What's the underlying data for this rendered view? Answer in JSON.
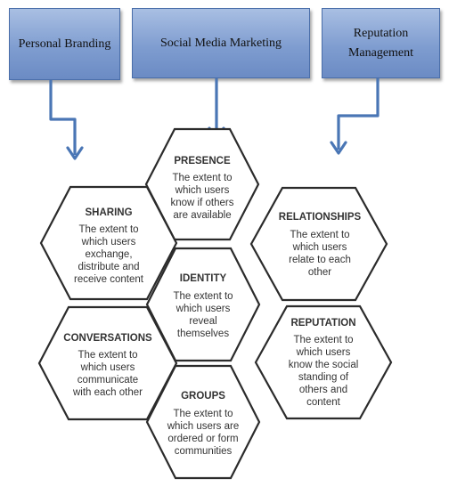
{
  "boxes": {
    "personal_branding": "Personal Branding",
    "social_media_marketing": "Social Media Marketing",
    "reputation_management": "Reputation Management"
  },
  "hexagons": {
    "presence": {
      "title": "PRESENCE",
      "lines": [
        "The extent to",
        "which users",
        "know if others",
        "are available"
      ]
    },
    "sharing": {
      "title": "SHARING",
      "lines": [
        "The extent to",
        "which users",
        "exchange,",
        "distribute and",
        "receive content"
      ]
    },
    "relationships": {
      "title": "RELATIONSHIPS",
      "lines": [
        "The extent to",
        "which users",
        "relate to each",
        "other"
      ]
    },
    "identity": {
      "title": "IDENTITY",
      "lines": [
        "The extent to",
        "which users",
        "reveal",
        "themselves"
      ]
    },
    "conversations": {
      "title": "CONVERSATIONS",
      "lines": [
        "The extent to",
        "which users",
        "communicate",
        "with each other"
      ]
    },
    "reputation": {
      "title": "REPUTATION",
      "lines": [
        "The extent to",
        "which users",
        "know the social",
        "standing of",
        "others and",
        "content"
      ]
    },
    "groups": {
      "title": "GROUPS",
      "lines": [
        "The extent to",
        "which users are",
        "ordered or form",
        "communities"
      ]
    }
  },
  "colors": {
    "box_fill": "#7f9dd0",
    "arrow": "#4a76b5",
    "hex_stroke": "#2b2b2b"
  }
}
